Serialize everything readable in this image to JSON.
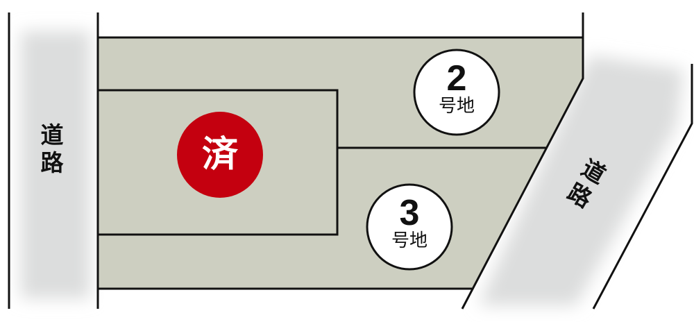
{
  "roads": {
    "left_label": "道路",
    "right_label": "道路"
  },
  "lots": [
    {
      "id": "lot-1",
      "status_label": "済",
      "status_color": "#c4000f"
    },
    {
      "id": "lot-2",
      "number": "2",
      "suffix": "号地"
    },
    {
      "id": "lot-3",
      "number": "3",
      "suffix": "号地"
    }
  ],
  "colors": {
    "lot_fill": "#cdcfc1",
    "road_fill": "#dcdddd",
    "line": "#111111"
  }
}
